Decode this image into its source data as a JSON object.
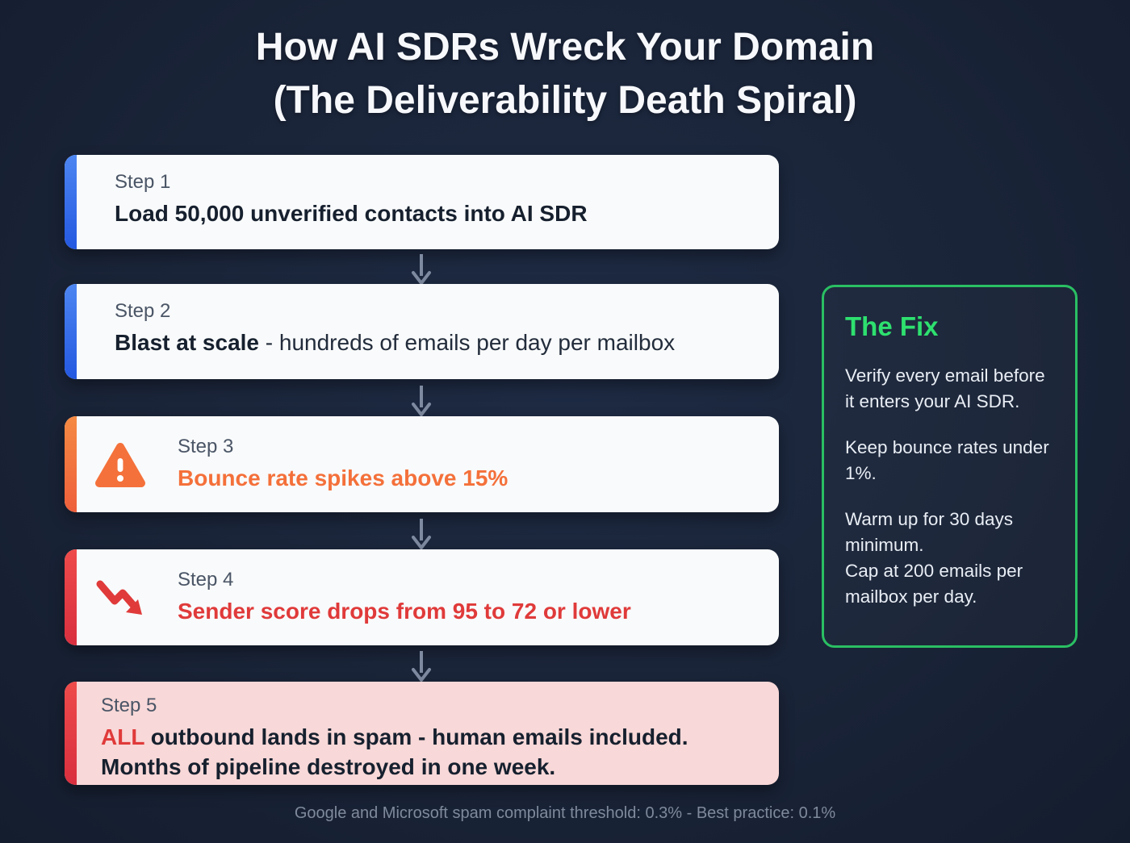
{
  "title": {
    "line1": "How AI SDRs Wreck Your Domain",
    "line2": "(The Deliverability Death Spiral)"
  },
  "steps": [
    {
      "label": "Step 1",
      "text": "Load 50,000 unverified contacts into AI SDR"
    },
    {
      "label": "Step 2",
      "bold": "Blast at scale",
      "rest": " - hundreds of emails per day per mailbox"
    },
    {
      "label": "Step 3",
      "text": "Bounce rate spikes above 15%",
      "icon": "warning-triangle-icon"
    },
    {
      "label": "Step 4",
      "text": "Sender score drops from 95 to 72 or lower",
      "icon": "trending-down-icon"
    },
    {
      "label": "Step 5",
      "highlight": "ALL",
      "rest": " outbound lands in spam - human emails included.",
      "line2": "Months of pipeline destroyed in one week."
    }
  ],
  "fix": {
    "title": "The Fix",
    "items": [
      "Verify every email before it enters your AI SDR.",
      "Keep bounce rates under 1%.",
      "Warm up for 30 days minimum.",
      "Cap at 200 emails per mailbox per day."
    ]
  },
  "footer": "Google and Microsoft spam complaint threshold: 0.3% - Best practice: 0.1%",
  "icons": {
    "flow": "arrow-down-icon",
    "step3": "warning-triangle-icon",
    "step4": "trending-down-icon"
  },
  "colors": {
    "background": "#1a2438",
    "card": "#f9fafb",
    "card_alert": "#f8d8d8",
    "accent_blue": "#2e6ae8",
    "accent_orange": "#f4713b",
    "accent_red": "#e23d3d",
    "green": "#2abf63",
    "orange_text": "#f4703a",
    "red_text": "#e03a3a",
    "text_dark": "#16202e",
    "text_muted": "#7f8a9c"
  }
}
